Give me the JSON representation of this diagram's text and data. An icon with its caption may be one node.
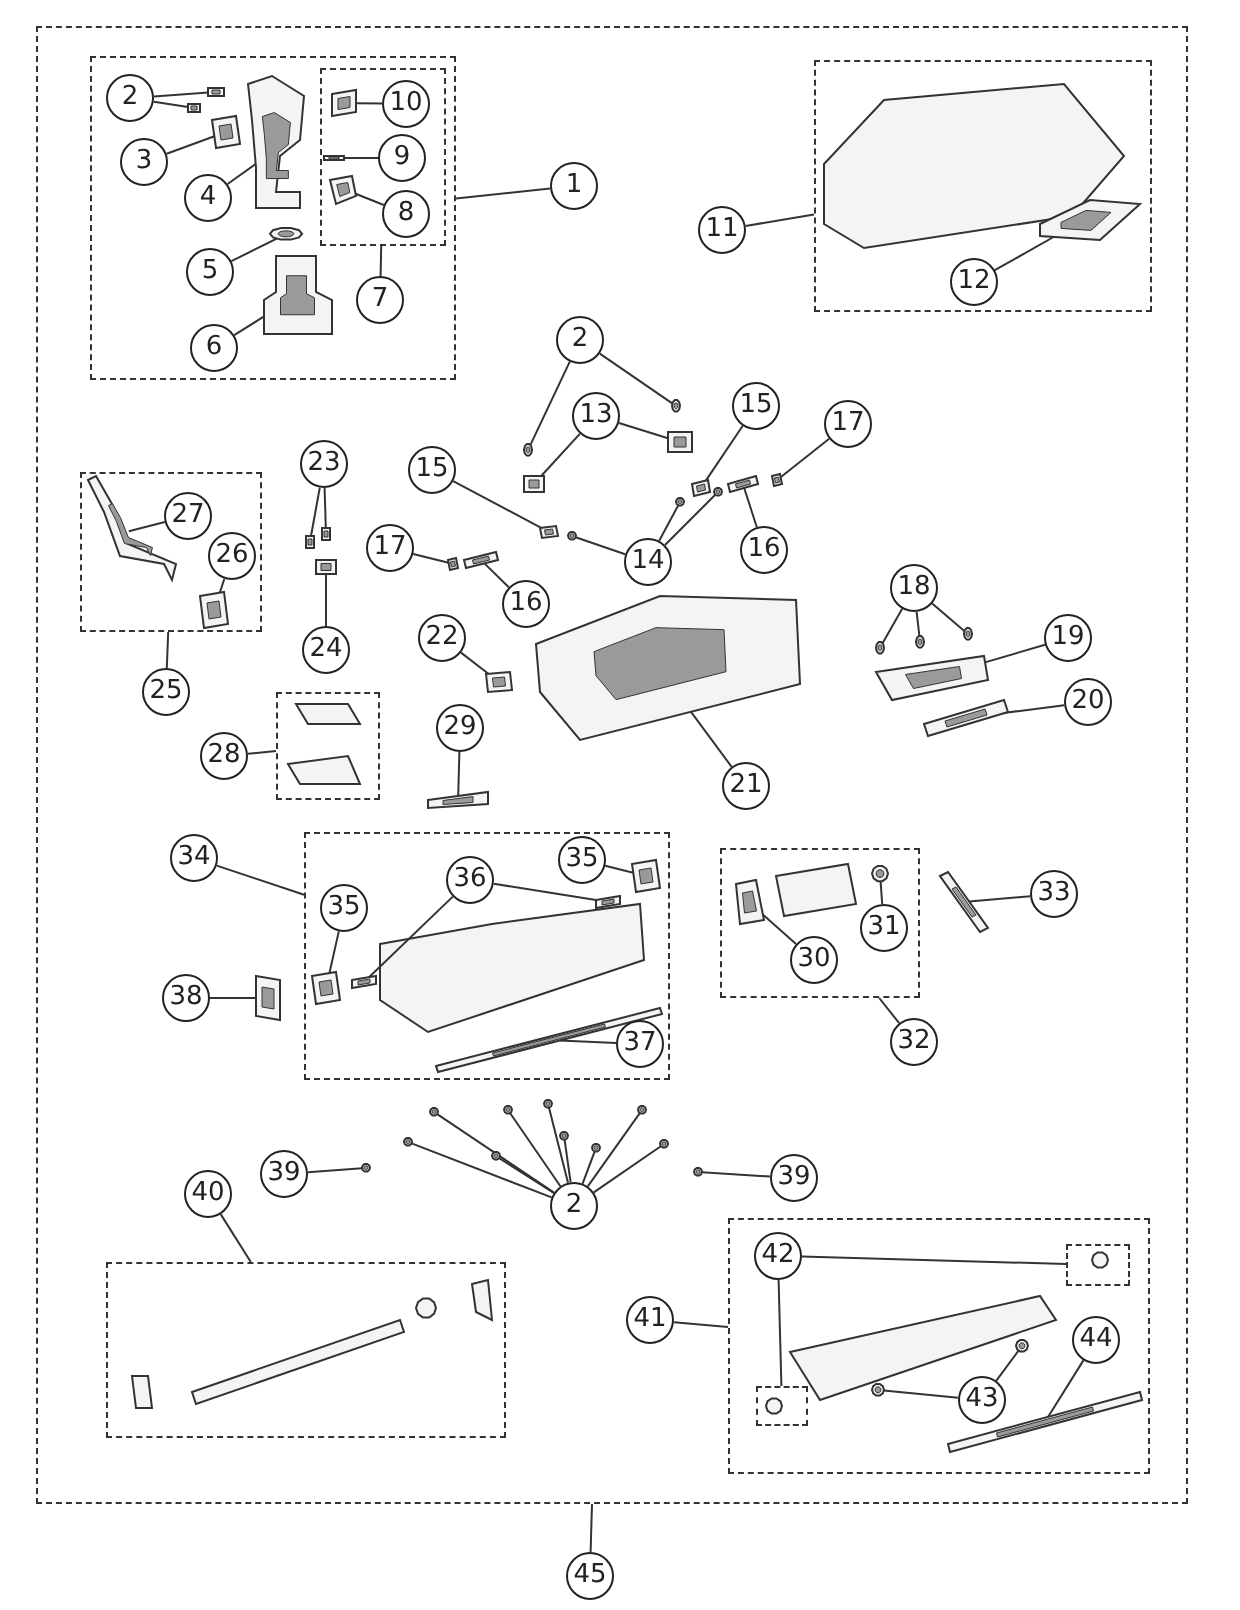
{
  "diagram": {
    "nodes": [
      {
        "text": [],
        "shape": "box"
      },
      {
        "text": [],
        "shape": "box",
        "in": 0
      },
      {
        "text": [],
        "shape": "box",
        "in": 1
      },
      {
        "text": [],
        "shape": "box",
        "in": 0
      },
      {
        "text": [],
        "shape": "box",
        "in": 0
      },
      {
        "text": [],
        "shape": "box",
        "in": 0
      },
      {
        "text": [],
        "shape": "box",
        "in": 0
      },
      {
        "text": [],
        "shape": "box",
        "in": 0
      },
      {
        "text": [],
        "shape": "box",
        "in": 0
      },
      {
        "text": [],
        "shape": "box",
        "in": 0
      },
      {
        "text": [],
        "shape": "box",
        "in": 9
      },
      {
        "text": [],
        "shape": "box",
        "in": 9
      },
      {
        "text": [
          "2"
        ],
        "in": 1
      },
      {
        "text": [
          "3"
        ],
        "in": 1
      },
      {
        "text": [
          "4"
        ],
        "in": 1
      },
      {
        "text": [
          "10"
        ],
        "in": 2
      },
      {
        "text": [
          "9"
        ],
        "in": 2
      },
      {
        "text": [
          "8"
        ],
        "in": 2
      },
      {
        "text": [
          "1"
        ],
        "in": 0
      },
      {
        "text": [
          "5"
        ],
        "in": 1
      },
      {
        "text": [
          "7"
        ],
        "in": 1
      },
      {
        "text": [
          "6"
        ],
        "in": 1
      },
      {
        "text": [
          "11"
        ],
        "in": 0
      },
      {
        "text": [
          "12"
        ],
        "in": 3
      },
      {
        "text": [
          "2"
        ],
        "in": 0
      },
      {
        "text": [
          "13"
        ],
        "in": 0
      },
      {
        "text": [
          "15"
        ],
        "in": 0
      },
      {
        "text": [
          "17"
        ],
        "in": 0
      },
      {
        "text": [
          "15"
        ],
        "in": 0
      },
      {
        "text": [
          "14"
        ],
        "in": 0
      },
      {
        "text": [
          "23"
        ],
        "in": 0
      },
      {
        "text": [
          "27"
        ],
        "in": 4
      },
      {
        "text": [
          "26"
        ],
        "in": 4
      },
      {
        "text": [
          "16"
        ],
        "in": 0
      },
      {
        "text": [
          "17"
        ],
        "in": 0
      },
      {
        "text": [
          "16"
        ],
        "in": 0
      },
      {
        "text": [
          "22"
        ],
        "in": 0
      },
      {
        "text": [
          "18"
        ],
        "in": 0
      },
      {
        "text": [
          "19"
        ],
        "in": 0
      },
      {
        "text": [
          "25"
        ],
        "in": 0
      },
      {
        "text": [
          "24"
        ],
        "in": 0
      },
      {
        "text": [
          "20"
        ],
        "in": 0
      },
      {
        "text": [
          "21"
        ],
        "in": 0
      },
      {
        "text": [
          "28"
        ],
        "in": 0
      },
      {
        "text": [
          "29"
        ],
        "in": 0
      },
      {
        "text": [
          "34"
        ],
        "in": 0
      },
      {
        "text": [
          "35"
        ],
        "in": 6
      },
      {
        "text": [
          "36"
        ],
        "in": 6
      },
      {
        "text": [
          "35"
        ],
        "in": 6
      },
      {
        "text": [
          "38"
        ],
        "in": 0
      },
      {
        "text": [
          "30"
        ],
        "in": 7
      },
      {
        "text": [
          "31"
        ],
        "in": 7
      },
      {
        "text": [
          "33"
        ],
        "in": 0
      },
      {
        "text": [
          "37"
        ],
        "in": 6
      },
      {
        "text": [
          "32"
        ],
        "in": 0
      },
      {
        "text": [
          "40"
        ],
        "in": 0
      },
      {
        "text": [
          "39"
        ],
        "in": 0
      },
      {
        "text": [
          "2"
        ],
        "in": 0
      },
      {
        "text": [
          "39"
        ],
        "in": 0
      },
      {
        "text": [
          "42"
        ],
        "in": 9
      },
      {
        "text": [
          "41"
        ],
        "in": 0
      },
      {
        "text": [
          "43"
        ],
        "in": 9
      },
      {
        "text": [
          "44"
        ],
        "in": 9
      },
      {
        "text": [
          "45"
        ]
      },
      {
        "text": [],
        "shape": "picture",
        "in": 1
      },
      {
        "text": [],
        "shape": "picture",
        "in": 1
      },
      {
        "text": [],
        "shape": "picture",
        "in": 1
      },
      {
        "text": [],
        "shape": "picture",
        "in": 1
      },
      {
        "text": [],
        "shape": "picture",
        "in": 2
      },
      {
        "text": [],
        "shape": "picture",
        "in": 2
      },
      {
        "text": [],
        "shape": "picture",
        "in": 2
      },
      {
        "text": [],
        "shape": "picture",
        "in": 1
      },
      {
        "text": [],
        "shape": "picture",
        "in": 1
      },
      {
        "text": [],
        "shape": "picture",
        "in": 3
      },
      {
        "text": [],
        "shape": "picture",
        "in": 0
      },
      {
        "text": [],
        "shape": "picture",
        "in": 0
      },
      {
        "text": [],
        "shape": "picture",
        "in": 0
      },
      {
        "text": [],
        "shape": "picture",
        "in": 0
      },
      {
        "text": [],
        "shape": "picture",
        "in": 0
      },
      {
        "text": [],
        "shape": "picture",
        "in": 0
      },
      {
        "text": [],
        "shape": "picture",
        "in": 0
      },
      {
        "text": [],
        "shape": "picture",
        "in": 0
      },
      {
        "text": [],
        "shape": "picture",
        "in": 0
      },
      {
        "text": [],
        "shape": "picture",
        "in": 0
      },
      {
        "text": [],
        "shape": "picture",
        "in": 0
      },
      {
        "text": [],
        "shape": "picture",
        "in": 0
      },
      {
        "text": [],
        "shape": "picture",
        "in": 4
      },
      {
        "text": [],
        "shape": "picture",
        "in": 4
      },
      {
        "text": [],
        "shape": "picture",
        "in": 0
      },
      {
        "text": [],
        "shape": "picture",
        "in": 0
      },
      {
        "text": [],
        "shape": "picture",
        "in": 0
      },
      {
        "text": [],
        "shape": "picture",
        "in": 0
      },
      {
        "text": [],
        "shape": "picture",
        "in": 0
      },
      {
        "text": [],
        "shape": "picture",
        "in": 0
      },
      {
        "text": [],
        "shape": "picture",
        "in": 0
      },
      {
        "text": [],
        "shape": "picture",
        "in": 0
      },
      {
        "text": [],
        "shape": "picture",
        "in": 0
      },
      {
        "text": [],
        "shape": "picture",
        "in": 0
      },
      {
        "text": [],
        "shape": "picture",
        "in": 0
      },
      {
        "text": [],
        "shape": "picture",
        "in": 0
      },
      {
        "text": [],
        "shape": "picture",
        "in": 6
      },
      {
        "text": [],
        "shape": "picture",
        "in": 6
      },
      {
        "text": [],
        "shape": "picture",
        "in": 6
      },
      {
        "text": [],
        "shape": "picture",
        "in": 6
      },
      {
        "text": [],
        "shape": "picture",
        "in": 0
      },
      {
        "text": [],
        "shape": "picture",
        "in": 7
      },
      {
        "text": [],
        "shape": "picture",
        "in": 7
      },
      {
        "text": [],
        "shape": "picture",
        "in": 0
      },
      {
        "text": [],
        "shape": "picture",
        "in": 6
      },
      {
        "text": [],
        "shape": "picture",
        "in": 0
      },
      {
        "text": [],
        "shape": "picture",
        "in": 0
      },
      {
        "text": [],
        "shape": "picture",
        "in": 0
      },
      {
        "text": [],
        "shape": "picture",
        "in": 0
      },
      {
        "text": [],
        "shape": "picture",
        "in": 0
      },
      {
        "text": [],
        "shape": "picture",
        "in": 0
      },
      {
        "text": [],
        "shape": "picture",
        "in": 0
      },
      {
        "text": [],
        "shape": "picture",
        "in": 0
      },
      {
        "text": [],
        "shape": "picture",
        "in": 0
      },
      {
        "text": [],
        "shape": "picture",
        "in": 0
      },
      {
        "text": [],
        "shape": "picture",
        "in": 0
      },
      {
        "text": [],
        "shape": "picture",
        "in": 9
      },
      {
        "text": [],
        "shape": "picture",
        "in": 9
      },
      {
        "text": [],
        "shape": "picture",
        "in": 9
      }
    ],
    "edges": [
      {
        "from": 12,
        "to": 64,
        "arrow": "none"
      },
      {
        "from": 12,
        "to": 65,
        "arrow": "none"
      },
      {
        "from": 13,
        "to": 66,
        "arrow": "none"
      },
      {
        "from": 14,
        "to": 67,
        "arrow": "none"
      },
      {
        "from": 15,
        "to": 68,
        "arrow": "none"
      },
      {
        "from": 16,
        "to": 69,
        "arrow": "none"
      },
      {
        "from": 17,
        "to": 70,
        "arrow": "none"
      },
      {
        "from": 18,
        "to": 1,
        "arrow": "none"
      },
      {
        "from": 19,
        "to": 71,
        "arrow": "none"
      },
      {
        "from": 20,
        "to": 2,
        "arrow": "none"
      },
      {
        "from": 21,
        "to": 72,
        "arrow": "none"
      },
      {
        "from": 22,
        "to": 3,
        "arrow": "none"
      },
      {
        "from": 23,
        "to": 73,
        "arrow": "none"
      },
      {
        "from": 24,
        "to": 74,
        "arrow": "none"
      },
      {
        "from": 24,
        "to": 75,
        "arrow": "none"
      },
      {
        "from": 25,
        "to": 76,
        "arrow": "none"
      },
      {
        "from": 25,
        "to": 77,
        "arrow": "none"
      },
      {
        "from": 26,
        "to": 78,
        "arrow": "none"
      },
      {
        "from": 27,
        "to": 79,
        "arrow": "none"
      },
      {
        "from": 28,
        "to": 80,
        "arrow": "none"
      },
      {
        "from": 29,
        "to": 81,
        "arrow": "none"
      },
      {
        "from": 29,
        "to": 82,
        "arrow": "none"
      },
      {
        "from": 29,
        "to": 83,
        "arrow": "none"
      },
      {
        "from": 30,
        "to": 84,
        "arrow": "none"
      },
      {
        "from": 30,
        "to": 85,
        "arrow": "none"
      },
      {
        "from": 31,
        "to": 86,
        "arrow": "none"
      },
      {
        "from": 32,
        "to": 87,
        "arrow": "none"
      },
      {
        "from": 33,
        "to": 88,
        "arrow": "none"
      },
      {
        "from": 34,
        "to": 89,
        "arrow": "none"
      },
      {
        "from": 35,
        "to": 90,
        "arrow": "none"
      },
      {
        "from": 36,
        "to": 91,
        "arrow": "none"
      },
      {
        "from": 37,
        "to": 92,
        "arrow": "none"
      },
      {
        "from": 37,
        "to": 93,
        "arrow": "none"
      },
      {
        "from": 37,
        "to": 94,
        "arrow": "none"
      },
      {
        "from": 38,
        "to": 95,
        "arrow": "none"
      },
      {
        "from": 39,
        "to": 4,
        "arrow": "none"
      },
      {
        "from": 40,
        "to": 96,
        "arrow": "none"
      },
      {
        "from": 41,
        "to": 97,
        "arrow": "none"
      },
      {
        "from": 42,
        "to": 98,
        "arrow": "none"
      },
      {
        "from": 43,
        "to": 5,
        "arrow": "none"
      },
      {
        "from": 44,
        "to": 99,
        "arrow": "none"
      },
      {
        "from": 45,
        "to": 6,
        "arrow": "none"
      },
      {
        "from": 46,
        "to": 100,
        "arrow": "none"
      },
      {
        "from": 47,
        "to": 101,
        "arrow": "none"
      },
      {
        "from": 47,
        "to": 102,
        "arrow": "none"
      },
      {
        "from": 48,
        "to": 103,
        "arrow": "none"
      },
      {
        "from": 49,
        "to": 104,
        "arrow": "none"
      },
      {
        "from": 50,
        "to": 105,
        "arrow": "none"
      },
      {
        "from": 51,
        "to": 106,
        "arrow": "none"
      },
      {
        "from": 52,
        "to": 107,
        "arrow": "none"
      },
      {
        "from": 53,
        "to": 108,
        "arrow": "none"
      },
      {
        "from": 54,
        "to": 7,
        "arrow": "none"
      },
      {
        "from": 55,
        "to": 8,
        "arrow": "none"
      },
      {
        "from": 56,
        "to": 109,
        "arrow": "none"
      },
      {
        "from": 57,
        "to": 110,
        "arrow": "none"
      },
      {
        "from": 57,
        "to": 111,
        "arrow": "none"
      },
      {
        "from": 57,
        "to": 112,
        "arrow": "none"
      },
      {
        "from": 57,
        "to": 113,
        "arrow": "none"
      },
      {
        "from": 57,
        "to": 114,
        "arrow": "none"
      },
      {
        "from": 57,
        "to": 115,
        "arrow": "none"
      },
      {
        "from": 57,
        "to": 116,
        "arrow": "none"
      },
      {
        "from": 57,
        "to": 117,
        "arrow": "none"
      },
      {
        "from": 57,
        "to": 118,
        "arrow": "none"
      },
      {
        "from": 58,
        "to": 119,
        "arrow": "none"
      },
      {
        "from": 59,
        "to": 10,
        "arrow": "none"
      },
      {
        "from": 59,
        "to": 11,
        "arrow": "none"
      },
      {
        "from": 60,
        "to": 9,
        "arrow": "none"
      },
      {
        "from": 61,
        "to": 120,
        "arrow": "none"
      },
      {
        "from": 61,
        "to": 121,
        "arrow": "none"
      },
      {
        "from": 62,
        "to": 122,
        "arrow": "none"
      },
      {
        "from": 63,
        "to": 0,
        "arrow": "none"
      }
    ]
  }
}
